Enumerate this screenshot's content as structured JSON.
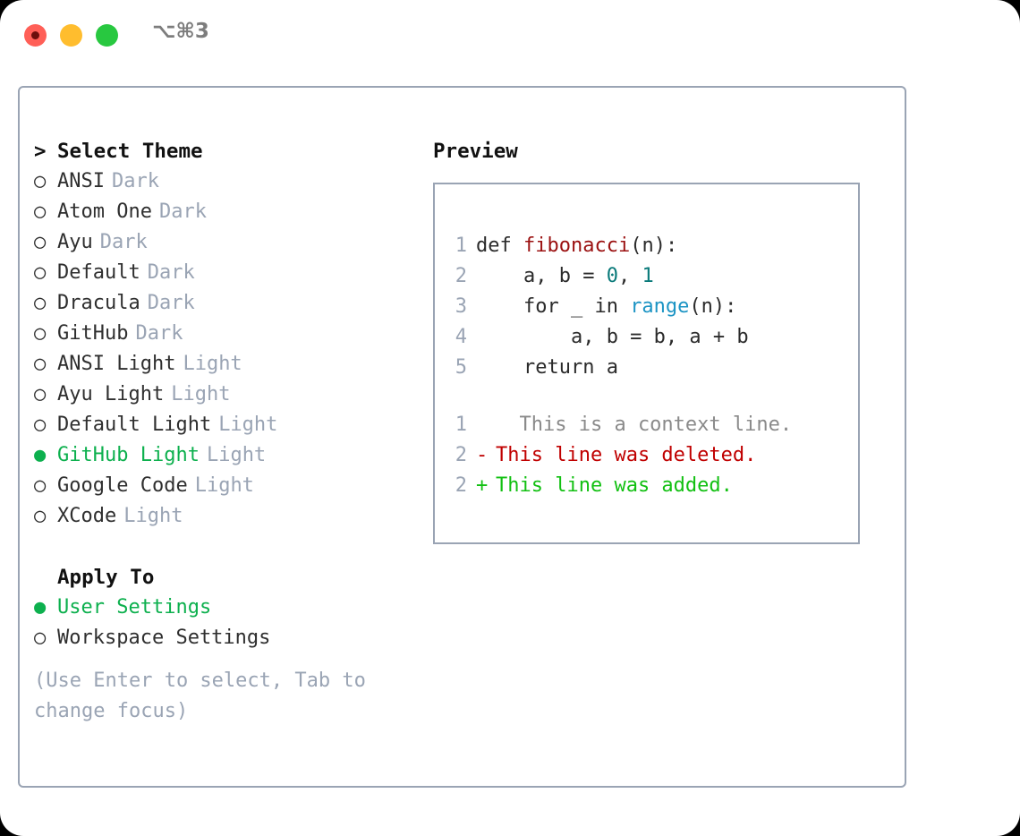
{
  "window": {
    "shortcut": "⌥⌘3",
    "traffic_lights": {
      "close_color": "#ff5f57",
      "minimize_color": "#ffbd2e",
      "maximize_color": "#28c840"
    }
  },
  "theme_list": {
    "header_marker": ">",
    "header_label": "Select Theme",
    "items": [
      {
        "marker": "○",
        "label": "ANSI",
        "tag": "Dark",
        "selected": false
      },
      {
        "marker": "○",
        "label": "Atom One",
        "tag": "Dark",
        "selected": false
      },
      {
        "marker": "○",
        "label": "Ayu",
        "tag": "Dark",
        "selected": false
      },
      {
        "marker": "○",
        "label": "Default",
        "tag": "Dark",
        "selected": false
      },
      {
        "marker": "○",
        "label": "Dracula",
        "tag": "Dark",
        "selected": false
      },
      {
        "marker": "○",
        "label": "GitHub",
        "tag": "Dark",
        "selected": false
      },
      {
        "marker": "○",
        "label": "ANSI Light",
        "tag": "Light",
        "selected": false
      },
      {
        "marker": "○",
        "label": "Ayu Light",
        "tag": "Light",
        "selected": false
      },
      {
        "marker": "○",
        "label": "Default Light",
        "tag": "Light",
        "selected": false
      },
      {
        "marker": "●",
        "label": "GitHub Light",
        "tag": "Light",
        "selected": true
      },
      {
        "marker": "○",
        "label": "Google Code",
        "tag": "Light",
        "selected": false
      },
      {
        "marker": "○",
        "label": "XCode",
        "tag": "Light",
        "selected": false
      }
    ]
  },
  "apply_to": {
    "header_label": "Apply To",
    "items": [
      {
        "marker": "●",
        "label": "User Settings",
        "selected": true
      },
      {
        "marker": "○",
        "label": "Workspace Settings",
        "selected": false
      }
    ]
  },
  "hint": "(Use Enter to select, Tab to change focus)",
  "preview": {
    "title": "Preview",
    "code_lines": [
      {
        "num": "1",
        "segments": [
          {
            "text": "def ",
            "style": "plain"
          },
          {
            "text": "fibonacci",
            "style": "fn"
          },
          {
            "text": "(n):",
            "style": "plain"
          }
        ]
      },
      {
        "num": "2",
        "segments": [
          {
            "text": "    a, b = ",
            "style": "plain"
          },
          {
            "text": "0",
            "style": "num"
          },
          {
            "text": ", ",
            "style": "plain"
          },
          {
            "text": "1",
            "style": "num"
          }
        ]
      },
      {
        "num": "3",
        "segments": [
          {
            "text": "    for _ in ",
            "style": "plain"
          },
          {
            "text": "range",
            "style": "call"
          },
          {
            "text": "(n):",
            "style": "plain"
          }
        ]
      },
      {
        "num": "4",
        "segments": [
          {
            "text": "        a, b = b, a + b",
            "style": "plain"
          }
        ]
      },
      {
        "num": "5",
        "segments": [
          {
            "text": "    return a",
            "style": "plain"
          }
        ]
      }
    ],
    "diff_lines": [
      {
        "num": "1",
        "marker": " ",
        "text": "  This is a context line.",
        "kind": "ctx"
      },
      {
        "num": "2",
        "marker": "-",
        "text": "This line was deleted.",
        "kind": "del"
      },
      {
        "num": "2",
        "marker": "+",
        "text": "This line was added.",
        "kind": "add"
      }
    ]
  },
  "colors": {
    "accent_green": "#0db04e",
    "border": "#9aa4b4",
    "muted": "#9aa4b4",
    "fn_red": "#9b1111",
    "num_teal": "#0a7a7a",
    "call_blue": "#1c94c4",
    "diff_add": "#12c012",
    "diff_del": "#c00000",
    "diff_ctx": "#8a8a8a"
  }
}
